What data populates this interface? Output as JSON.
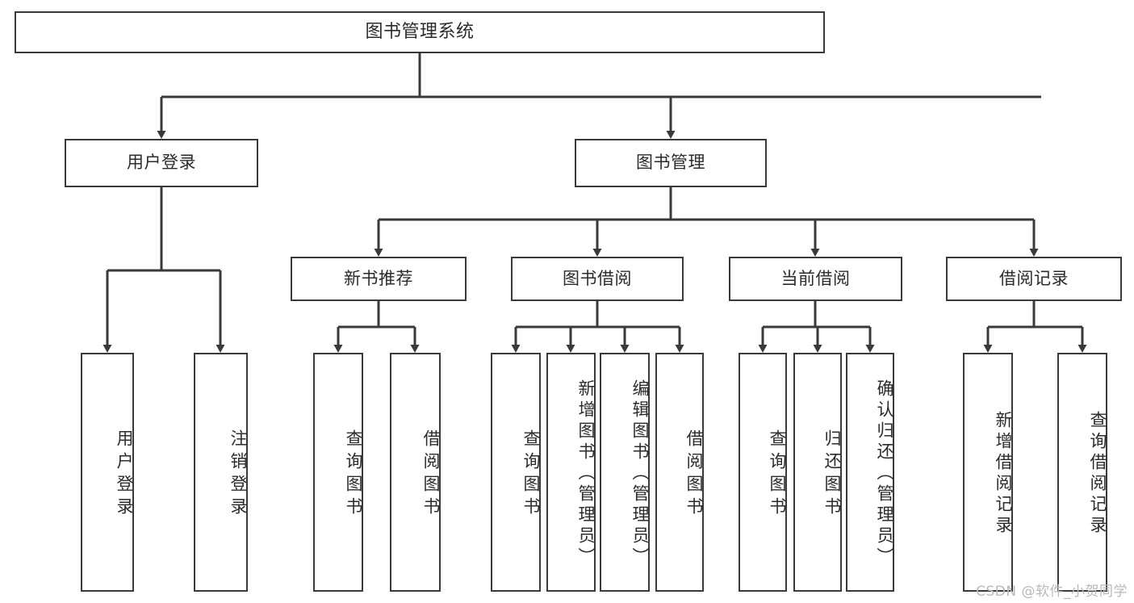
{
  "diagram": {
    "title": "图书管理系统",
    "type": "tree",
    "root": {
      "label": "图书管理系统"
    },
    "level2": [
      {
        "label": "用户登录"
      },
      {
        "label": "图书管理"
      }
    ],
    "level3": [
      {
        "label": "新书推荐"
      },
      {
        "label": "图书借阅"
      },
      {
        "label": "当前借阅"
      },
      {
        "label": "借阅记录"
      }
    ],
    "leaves": {
      "user_login": [
        {
          "label": "用户登录"
        },
        {
          "label": "注销登录"
        }
      ],
      "new_book_recommend": [
        {
          "label": "查询图书"
        },
        {
          "label": "借阅图书"
        }
      ],
      "book_borrow": [
        {
          "label": "查询图书"
        },
        {
          "label": "新增图书（管理员）"
        },
        {
          "label": "编辑图书（管理员）"
        },
        {
          "label": "借阅图书"
        }
      ],
      "current_borrow": [
        {
          "label": "查询图书"
        },
        {
          "label": "归还图书"
        },
        {
          "label": "确认归还（管理员）"
        }
      ],
      "borrow_record": [
        {
          "label": "新增借阅记录"
        },
        {
          "label": "查询借阅记录"
        }
      ]
    }
  },
  "watermark": {
    "text": "CSDN @软件_小贺同学"
  },
  "colors": {
    "stroke": "#3a3a3a",
    "text": "#2b2b2b",
    "background": "#ffffff",
    "watermark": "#b9b9b9"
  }
}
